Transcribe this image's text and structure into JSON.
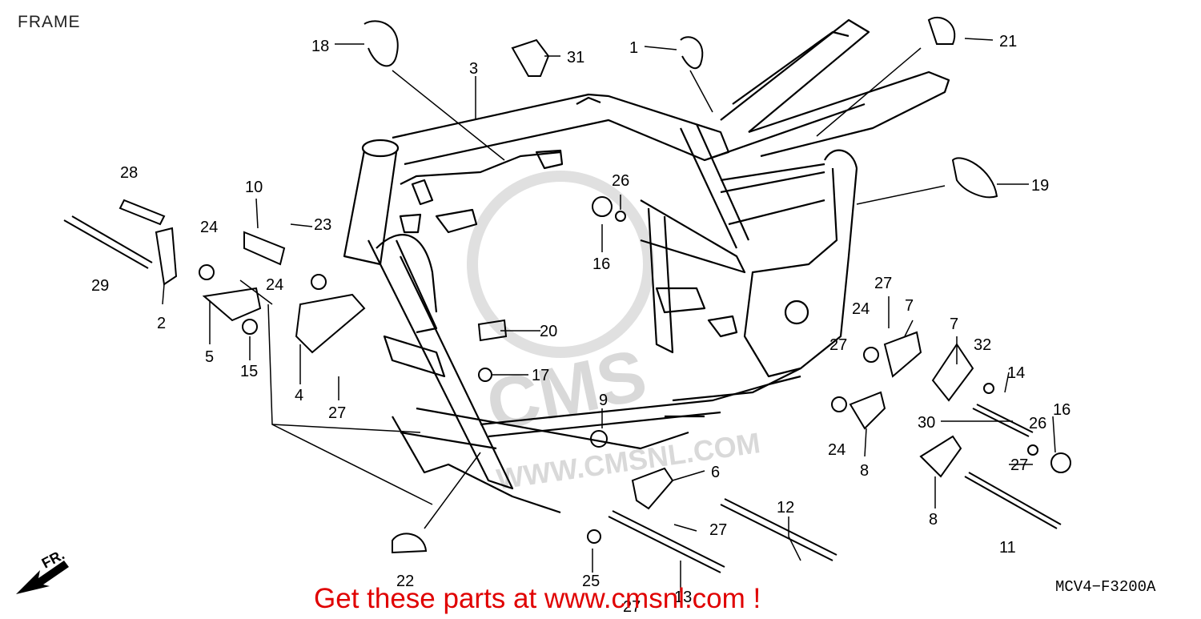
{
  "title": "FRAME",
  "diagram_code": "MCV4−F3200A",
  "front_marker": "FR.",
  "promo_text": "Get these parts at www.cmsnl.com !",
  "watermark": {
    "brand": "CMS",
    "url": "WWW.CMSNL.COM"
  },
  "colors": {
    "line": "#000000",
    "promo": "#e00000",
    "watermark": "#d9d9d9"
  },
  "callouts": [
    "1",
    "2",
    "3",
    "4",
    "5",
    "6",
    "7",
    "7",
    "8",
    "8",
    "9",
    "10",
    "11",
    "12",
    "13",
    "14",
    "15",
    "16",
    "16",
    "17",
    "18",
    "19",
    "20",
    "21",
    "22",
    "23",
    "24",
    "24",
    "24",
    "24",
    "25",
    "26",
    "26",
    "27",
    "27",
    "27",
    "27",
    "27",
    "27",
    "28",
    "29",
    "30",
    "31",
    "32"
  ]
}
